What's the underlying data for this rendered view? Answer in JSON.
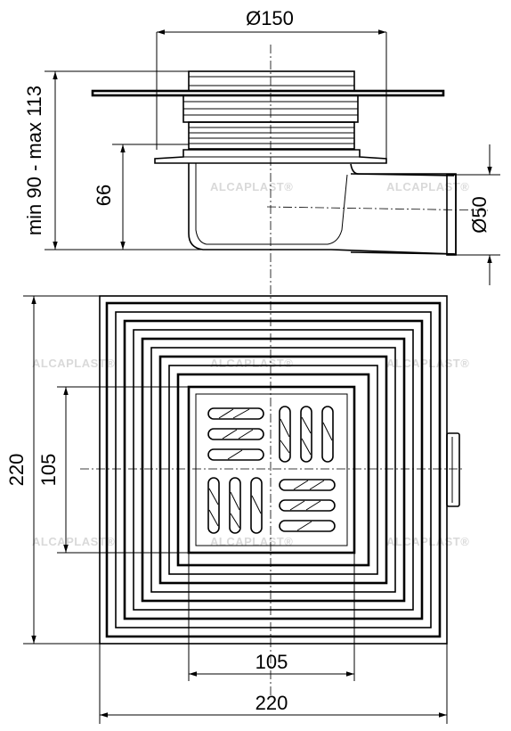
{
  "dimensions": {
    "outlet_diameter": "Ø150",
    "side_outlet_diameter": "Ø50",
    "height_range": "min 90 - max 113",
    "body_height": "66",
    "frame_width": "220",
    "frame_height": "220",
    "grate_width": "105",
    "grate_height": "105"
  },
  "watermark": "ALCAPLAST®",
  "colors": {
    "line": "#000000",
    "watermark": "#d9d9d9",
    "background": "#ffffff"
  }
}
